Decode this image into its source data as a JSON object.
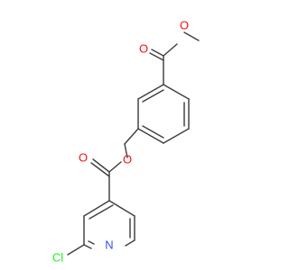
{
  "molecule": {
    "atoms": {
      "O_methoxy": "O",
      "O_carbonyl_top": "O",
      "O_ester_link": "O",
      "O_carbonyl_mid": "O",
      "N_pyridine": "N",
      "Cl": "Cl"
    },
    "colors": {
      "bond": "#404040",
      "oxygen": "#ff0d0d",
      "nitrogen": "#3050f8",
      "chlorine": "#1ff01f"
    }
  }
}
